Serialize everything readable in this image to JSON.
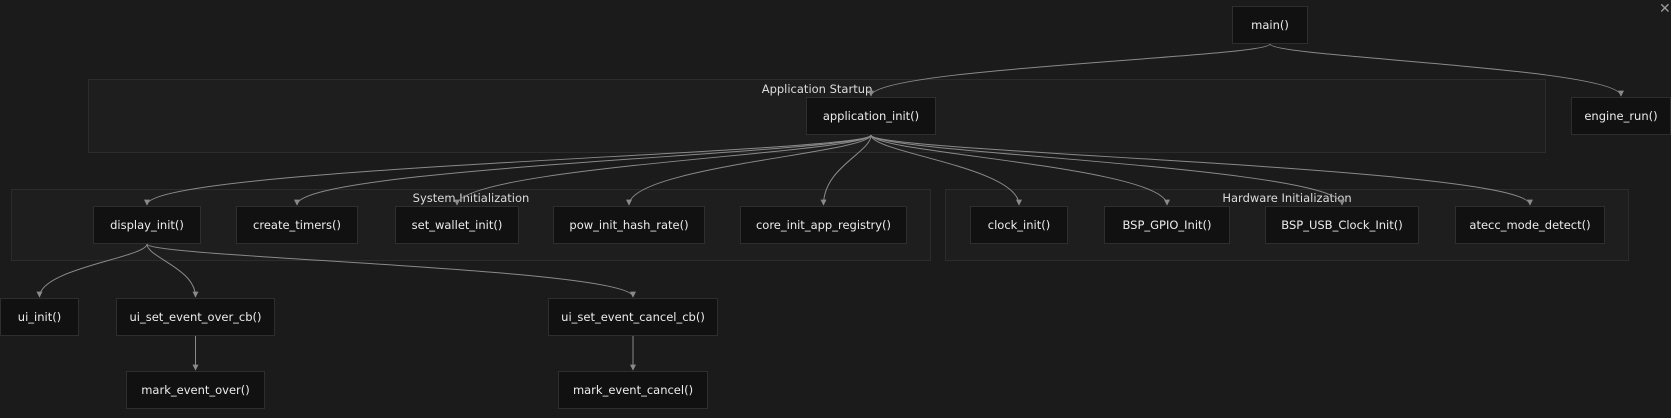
{
  "icons": {
    "close": "close-icon"
  },
  "colors": {
    "background": "#1b1b1b",
    "node_fill": "#111111",
    "edge": "#8a8a8a"
  },
  "clusters": {
    "startup": {
      "label": "Application Startup"
    },
    "system": {
      "label": "System Initialization"
    },
    "hardware": {
      "label": "Hardware Initialization"
    }
  },
  "nodes": {
    "main": "main()",
    "engine_run": "engine_run()",
    "application_init": "application_init()",
    "display_init": "display_init()",
    "create_timers": "create_timers()",
    "set_wallet_init": "set_wallet_init()",
    "pow_init_hash_rate": "pow_init_hash_rate()",
    "core_init_app_registry": "core_init_app_registry()",
    "clock_init": "clock_init()",
    "bsp_gpio_init": "BSP_GPIO_Init()",
    "bsp_usb_clock_init": "BSP_USB_Clock_Init()",
    "atecc_mode_detect": "atecc_mode_detect()",
    "ui_init": "ui_init()",
    "ui_set_event_over_cb": "ui_set_event_over_cb()",
    "ui_set_event_cancel_cb": "ui_set_event_cancel_cb()",
    "mark_event_over": "mark_event_over()",
    "mark_event_cancel": "mark_event_cancel()"
  },
  "edges": [
    [
      "main",
      "application_init"
    ],
    [
      "main",
      "engine_run"
    ],
    [
      "application_init",
      "display_init"
    ],
    [
      "application_init",
      "create_timers"
    ],
    [
      "application_init",
      "set_wallet_init"
    ],
    [
      "application_init",
      "pow_init_hash_rate"
    ],
    [
      "application_init",
      "core_init_app_registry"
    ],
    [
      "application_init",
      "clock_init"
    ],
    [
      "application_init",
      "bsp_gpio_init"
    ],
    [
      "application_init",
      "bsp_usb_clock_init"
    ],
    [
      "application_init",
      "atecc_mode_detect"
    ],
    [
      "display_init",
      "ui_init"
    ],
    [
      "display_init",
      "ui_set_event_over_cb"
    ],
    [
      "display_init",
      "ui_set_event_cancel_cb"
    ],
    [
      "ui_set_event_over_cb",
      "mark_event_over"
    ],
    [
      "ui_set_event_cancel_cb",
      "mark_event_cancel"
    ]
  ]
}
